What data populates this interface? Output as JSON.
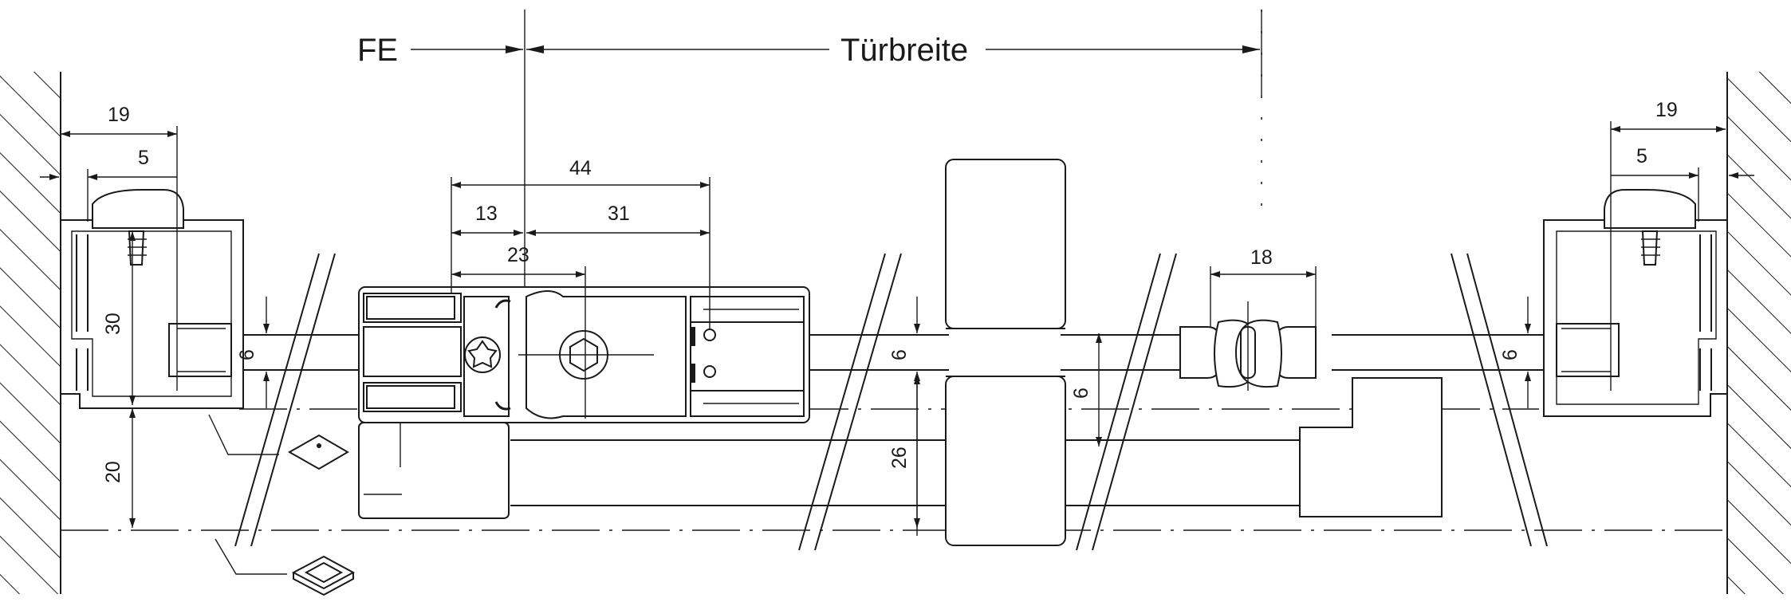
{
  "labels": {
    "fe": "FE",
    "door_width": "Türbreite"
  },
  "dimensions": {
    "left_19": "19",
    "left_5": "5",
    "left_30": "30",
    "left_20": "20",
    "left_6": "6",
    "hinge_44": "44",
    "hinge_13": "13",
    "hinge_31": "31",
    "hinge_23": "23",
    "mid_6a": "6",
    "mid_6b": "6",
    "mid_26": "26",
    "seal_18": "18",
    "right_19": "19",
    "right_5": "5",
    "right_6": "6"
  },
  "icons": {
    "surface_top": "diamond-surface-icon",
    "surface_bottom": "square-surface-icon"
  }
}
